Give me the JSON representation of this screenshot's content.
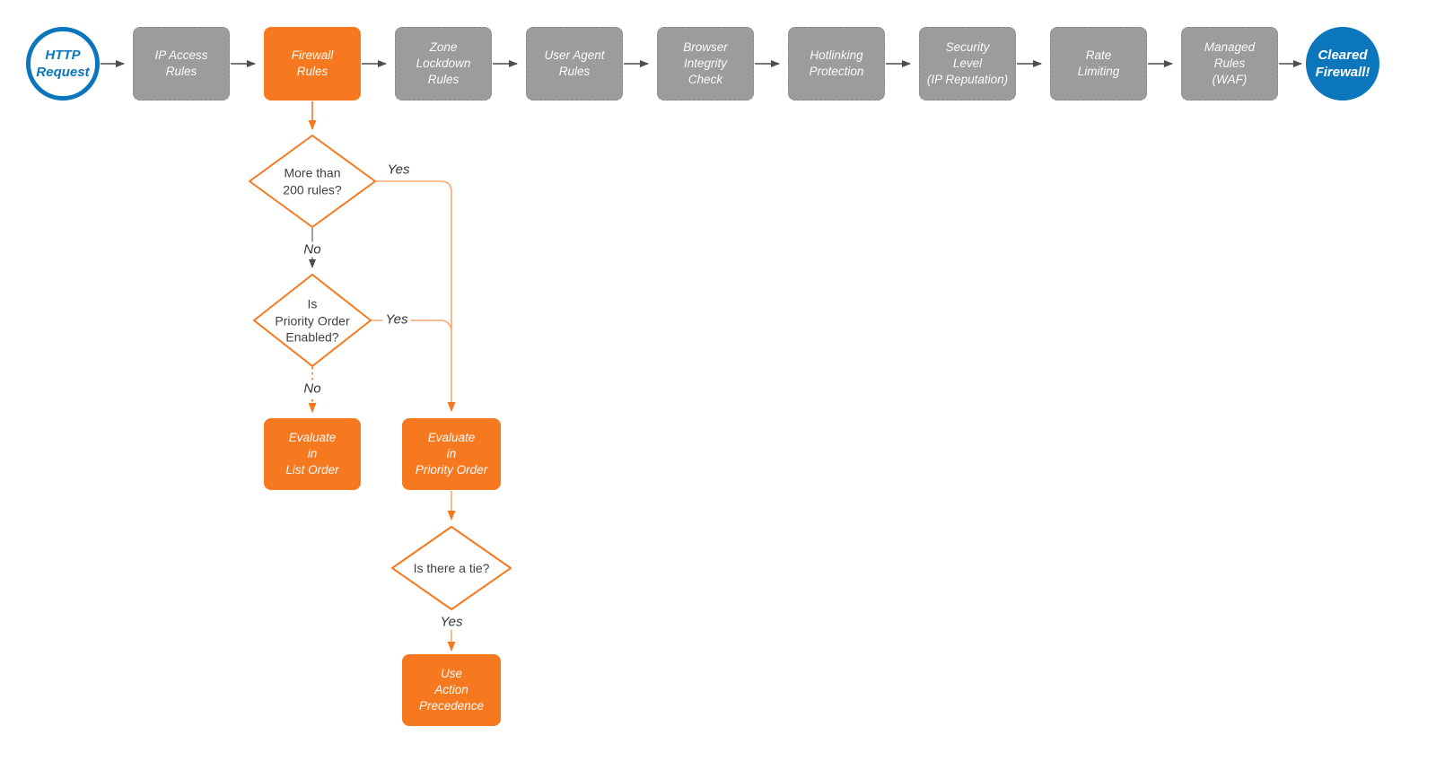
{
  "diagram": {
    "start_node": {
      "label": "HTTP\nRequest"
    },
    "end_node": {
      "label": "Cleared\nFirewall!"
    },
    "pipeline": [
      {
        "id": "ip-access-rules",
        "label": "IP Access\nRules",
        "highlighted": false
      },
      {
        "id": "firewall-rules",
        "label": "Firewall\nRules",
        "highlighted": true
      },
      {
        "id": "zone-lockdown-rules",
        "label": "Zone\nLockdown\nRules",
        "highlighted": false
      },
      {
        "id": "user-agent-rules",
        "label": "User Agent\nRules",
        "highlighted": false
      },
      {
        "id": "browser-integrity-check",
        "label": "Browser\nIntegrity\nCheck",
        "highlighted": false
      },
      {
        "id": "hotlinking-protection",
        "label": "Hotlinking\nProtection",
        "highlighted": false
      },
      {
        "id": "security-level",
        "label": "Security\nLevel\n(IP Reputation)",
        "highlighted": false
      },
      {
        "id": "rate-limiting",
        "label": "Rate\nLimiting",
        "highlighted": false
      },
      {
        "id": "managed-rules-waf",
        "label": "Managed\nRules\n(WAF)",
        "highlighted": false
      }
    ],
    "decisions": [
      {
        "id": "more-than-200-rules",
        "label": "More than\n200 rules?"
      },
      {
        "id": "priority-order-enabled",
        "label": "Is\nPriority Order\nEnabled?"
      },
      {
        "id": "is-there-a-tie",
        "label": "Is there a tie?"
      }
    ],
    "actions": [
      {
        "id": "evaluate-list-order",
        "label": "Evaluate\nin\nList Order"
      },
      {
        "id": "evaluate-priority-order",
        "label": "Evaluate\nin\nPriority Order"
      },
      {
        "id": "use-action-precedence",
        "label": "Use\nAction\nPrecedence"
      }
    ],
    "edge_labels": {
      "d1_yes": "Yes",
      "d1_no": "No",
      "d2_yes": "Yes",
      "d2_no": "No",
      "d3_yes": "Yes"
    },
    "colors": {
      "accent_orange": "#F6791F",
      "connector_orange": "#F9A870",
      "node_gray": "#9C9C9C",
      "brand_blue": "#0B76BC",
      "wire_gray": "#4D4D4D",
      "text_light": "#FAFAFA",
      "text_dark": "#404040"
    }
  }
}
